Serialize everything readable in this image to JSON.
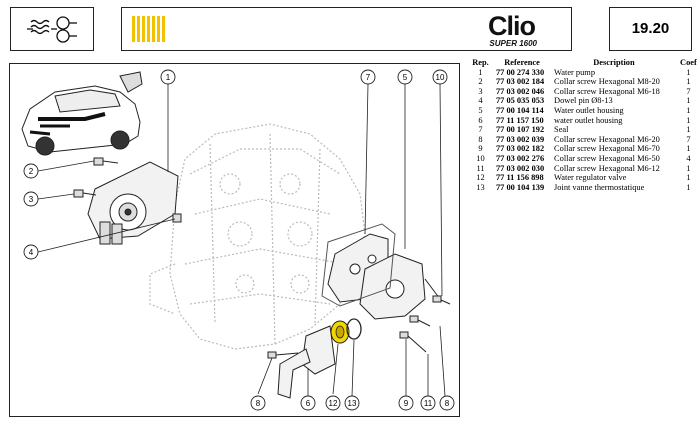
{
  "header": {
    "icon": "water-pump-cooling-icon",
    "accent_color": "#F2C200",
    "logo_text": "Clio",
    "logo_subtitle": "SUPER 1600",
    "page_number": "19.20"
  },
  "parts_table": {
    "columns": {
      "rep": "Rep.",
      "reference": "Reference",
      "description": "Description",
      "coef": "Coef"
    },
    "rows": [
      {
        "rep": "1",
        "ref": "77 00 274 330",
        "desc": "Water pump",
        "coef": "1"
      },
      {
        "rep": "2",
        "ref": "77 03 002 184",
        "desc": "Collar screw Hexagonal M8-20",
        "coef": "1"
      },
      {
        "rep": "3",
        "ref": "77 03 002 046",
        "desc": "Collar screw Hexagonal M6-18",
        "coef": "7"
      },
      {
        "rep": "4",
        "ref": "77 05 035 053",
        "desc": "Dowel pin Ø8-13",
        "coef": "1"
      },
      {
        "rep": "5",
        "ref": "77 00 104 114",
        "desc": "Water outlet housing",
        "coef": "1"
      },
      {
        "rep": "6",
        "ref": "77 11 157 150",
        "desc": "water outlet housing",
        "coef": "1"
      },
      {
        "rep": "7",
        "ref": "77 00 107 192",
        "desc": "Seal",
        "coef": "1"
      },
      {
        "rep": "8",
        "ref": "77 03 002 039",
        "desc": "Collar screw Hexagonal M6-20",
        "coef": "7"
      },
      {
        "rep": "9",
        "ref": "77 03 002 182",
        "desc": "Collar screw Hexagonal M6-70",
        "coef": "1"
      },
      {
        "rep": "10",
        "ref": "77 03 002 276",
        "desc": "Collar screw Hexagonal M6-50",
        "coef": "4"
      },
      {
        "rep": "11",
        "ref": "77 03 002 030",
        "desc": "Collar screw Hexagonal M6-12",
        "coef": "1"
      },
      {
        "rep": "12",
        "ref": "77 11 156 898",
        "desc": "Water regulator valve",
        "coef": "1"
      },
      {
        "rep": "13",
        "ref": "77 00 104 139",
        "desc": "Joint vanne thermostatique",
        "coef": "1"
      }
    ]
  },
  "diagram": {
    "callouts": [
      "1",
      "2",
      "3",
      "4",
      "5",
      "6",
      "7",
      "8",
      "9",
      "10",
      "11",
      "12",
      "13",
      "8"
    ],
    "highlight_color": "#F2D600"
  }
}
